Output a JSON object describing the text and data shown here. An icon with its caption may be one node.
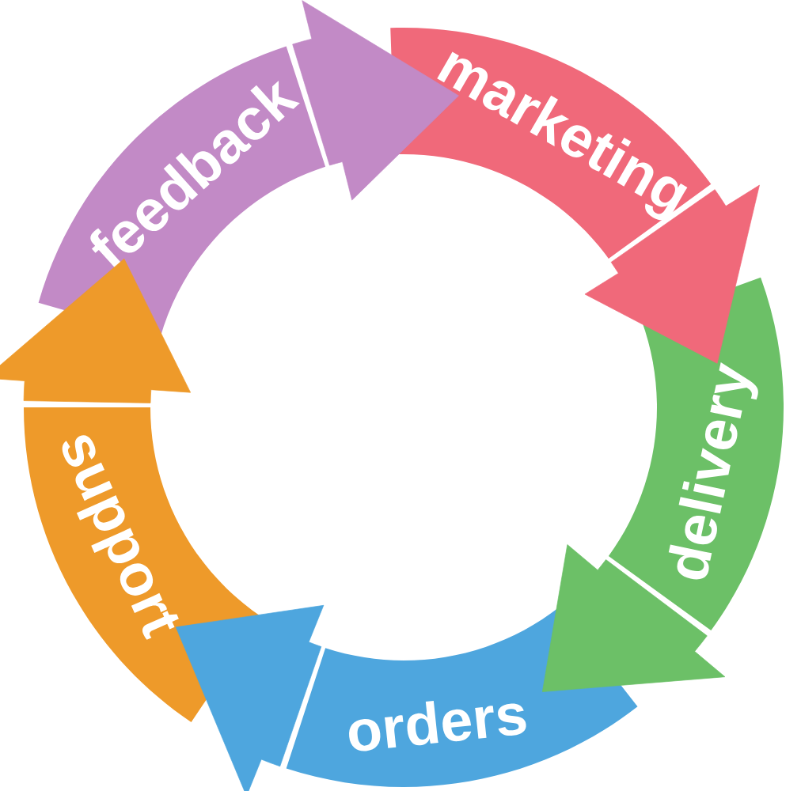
{
  "diagram": {
    "nodes": [
      {
        "text": [
          "marketing"
        ]
      },
      {
        "text": [
          "delivery"
        ]
      },
      {
        "text": [
          "orders"
        ]
      },
      {
        "text": [
          "support"
        ]
      },
      {
        "text": [
          "feedback"
        ]
      }
    ],
    "edges": [
      {
        "from": 0,
        "to": 1,
        "arrow": "to",
        "color": "#f0697a"
      },
      {
        "from": 1,
        "to": 2,
        "arrow": "to",
        "color": "#6cc067"
      },
      {
        "from": 2,
        "to": 3,
        "arrow": "to",
        "color": "#4ea6de"
      },
      {
        "from": 3,
        "to": 4,
        "arrow": "to",
        "color": "#ee9a2a"
      },
      {
        "from": 4,
        "to": 0,
        "arrow": "to",
        "color": "#c28ac6"
      }
    ]
  }
}
